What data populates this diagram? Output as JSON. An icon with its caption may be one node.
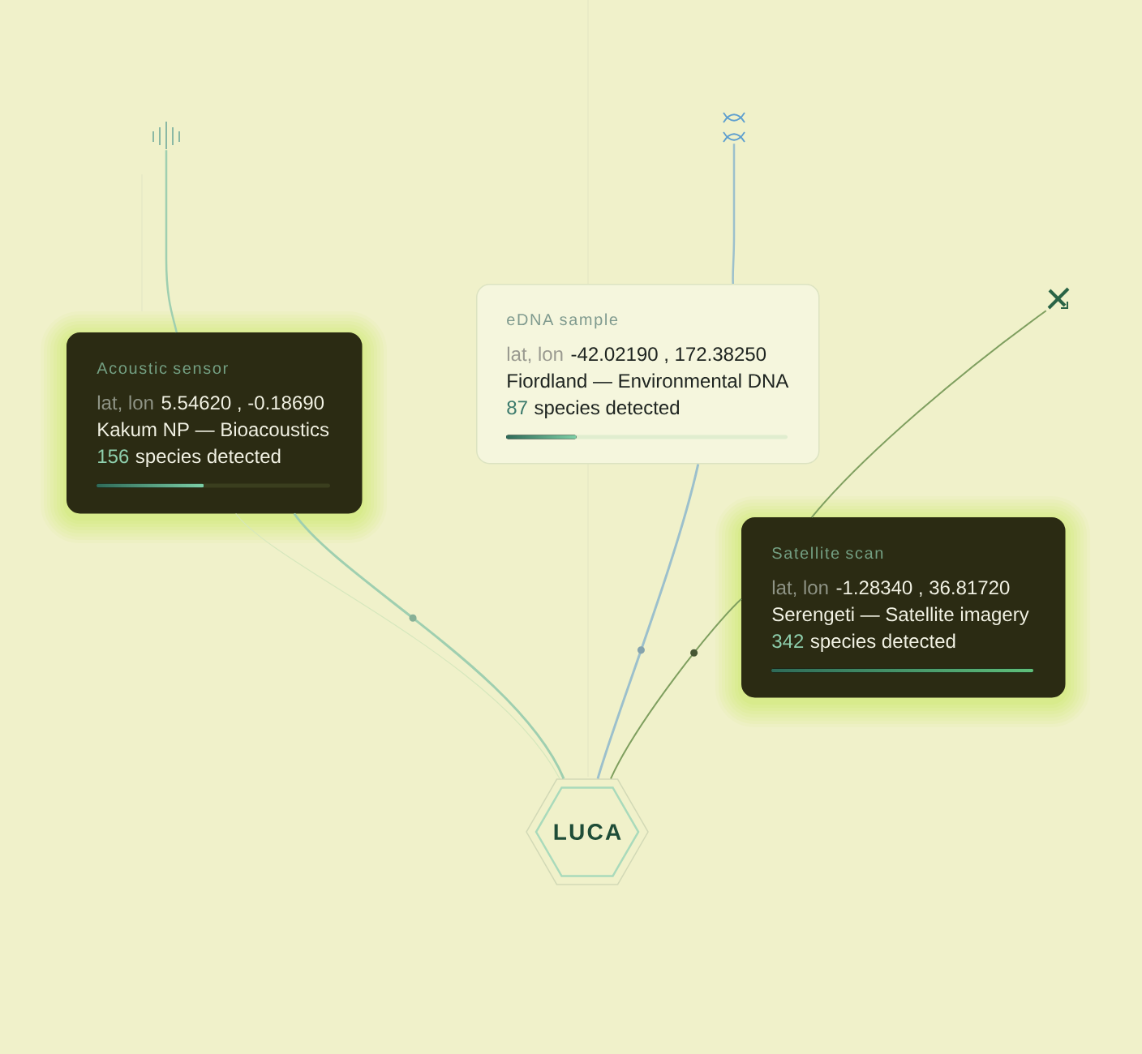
{
  "diagram": {
    "nodes": [
      {
        "text": [],
        "shape": "picture"
      },
      {
        "text": [],
        "shape": "picture"
      },
      {
        "text": [],
        "shape": "picture"
      },
      {
        "text": [
          "Acoustic sensor",
          "lat, lon",
          "5.54620 , -0.18690",
          "Kakum NP — Bioacoustics",
          "156",
          "species detected"
        ]
      },
      {
        "text": [
          "eDNA sample",
          "lat, lon",
          "-42.02190 , 172.38250",
          "Fiordland — Environmental DNA",
          "87",
          "species detected"
        ]
      },
      {
        "text": [
          "Satellite scan",
          "lat, lon",
          "-1.28340 , 36.81720",
          "Serengeti — Satellite imagery",
          "342",
          "species detected"
        ]
      },
      {
        "text": [
          "LUCA"
        ]
      }
    ],
    "edges": [
      {
        "from": 0,
        "to": 3,
        "arrow": "none",
        "color": "#9fcfb0"
      },
      {
        "from": 1,
        "to": 4,
        "arrow": "none",
        "color": "#9cc0cc"
      },
      {
        "from": 2,
        "to": 5,
        "arrow": "none",
        "color": "#7f9f5f"
      },
      {
        "from": 3,
        "to": 6,
        "arrow": "none",
        "color": "#9fcfb0"
      },
      {
        "from": 3,
        "to": 6,
        "arrow": "none",
        "color": "#d6e7bd"
      },
      {
        "from": 4,
        "to": 6,
        "arrow": "none",
        "color": "#9cc0cc"
      },
      {
        "from": 5,
        "to": 6,
        "arrow": "none",
        "color": "#7f9f5f"
      }
    ]
  }
}
